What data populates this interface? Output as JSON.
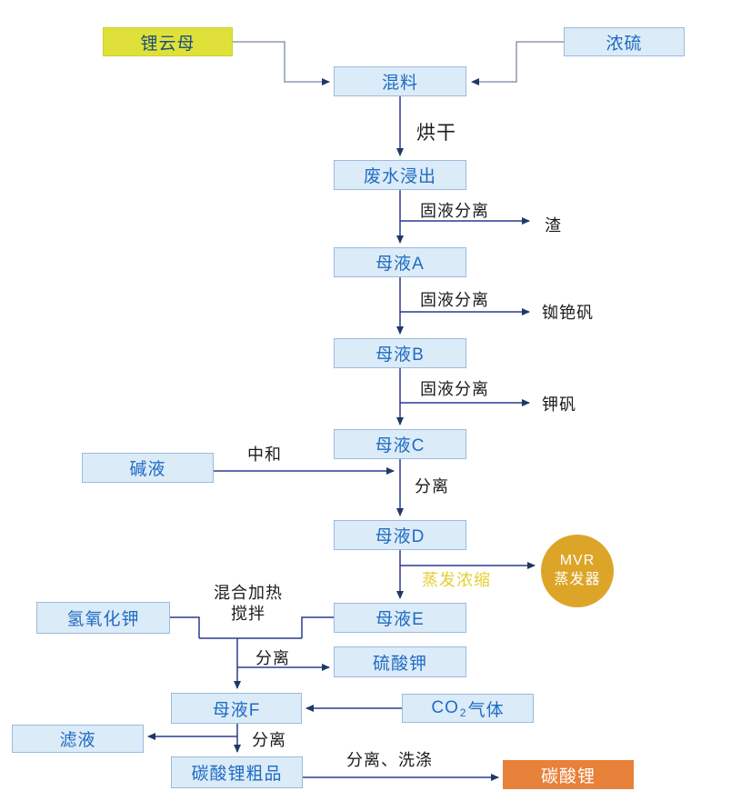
{
  "nodes": {
    "lepidolite": "锂云母",
    "concentrated_sulfur": "浓硫",
    "mixing": "混料",
    "wastewater_leaching": "废水浸出",
    "mother_liquor_a": "母液A",
    "mother_liquor_b": "母液B",
    "mother_liquor_c": "母液C",
    "alkali_liquor": "碱液",
    "mother_liquor_d": "母液D",
    "mvr_line1": "MVR",
    "mvr_line2": "蒸发器",
    "mother_liquor_e": "母液E",
    "potassium_hydroxide": "氢氧化钾",
    "potassium_sulfate": "硫酸钾",
    "mother_liquor_f": "母液F",
    "co2_prefix": "CO",
    "co2_sub": "2",
    "co2_suffix": "气体",
    "filtrate": "滤液",
    "crude_lithium_carbonate": "碳酸锂粗品",
    "lithium_carbonate": "碳酸锂"
  },
  "labels": {
    "drying": "烘干",
    "solid_liquid_separation": "固液分离",
    "slag": "渣",
    "rubidium_cesium_alum": "铷铯矾",
    "potassium_alum": "钾矾",
    "neutralization": "中和",
    "separation": "分离",
    "evaporation_concentration": "蒸发浓缩",
    "mixing_heating": "混合加热",
    "stirring": "搅拌",
    "separation_washing": "分离、洗涤"
  },
  "colors": {
    "process_box_fill": "#dcebf8",
    "process_box_border": "#9cbade",
    "process_box_text": "#1e6cc2",
    "raw_material_fill": "#dfe13a",
    "raw_material_text": "#1f4e79",
    "product_fill": "#e8813a",
    "product_text": "#ffffff",
    "mvr_circle_fill": "#dda528",
    "mvr_circle_text": "#ffffff",
    "arrow_line": "#2c3b8e",
    "feed_line": "#8d99b0",
    "arrowhead": "#1f3864",
    "edge_label_text": "#1b1b1b",
    "evaporation_label_text": "#e4cf30"
  }
}
